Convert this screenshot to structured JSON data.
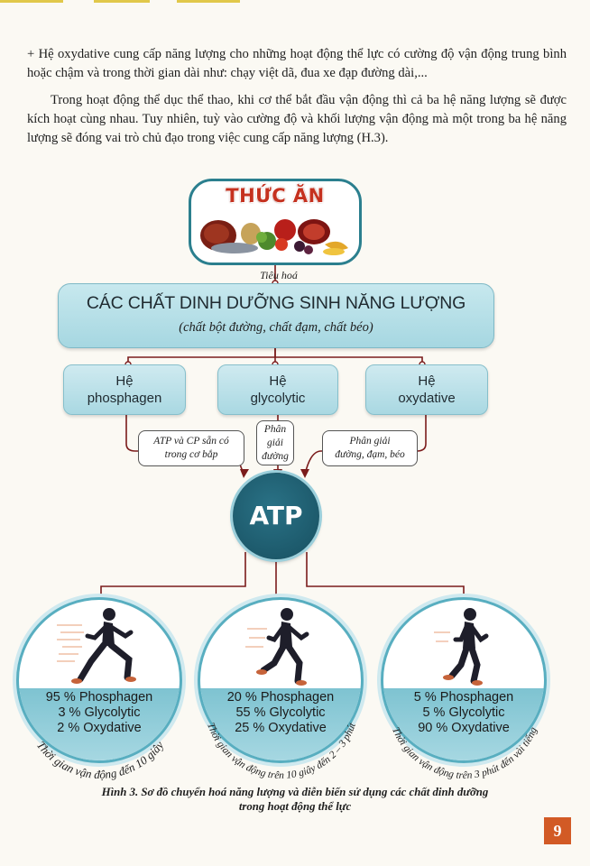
{
  "paragraphs": {
    "p1": "+ Hệ oxydative cung cấp năng lượng cho những hoạt động thể lực có cường độ vận động trung bình hoặc chậm và trong thời gian dài như: chạy việt dã, đua xe đạp đường dài,...",
    "p2": "Trong hoạt động thể dục thể thao, khi cơ thể bắt đầu vận động thì cả ba hệ năng lượng sẽ được kích hoạt cùng nhau. Tuy nhiên, tuỳ vào cường độ và khối lượng vận động mà một trong ba hệ năng lượng sẽ đóng vai trò chủ đạo trong việc cung cấp năng lượng (H.3)."
  },
  "diagram": {
    "food_title": "THỨC ĂN",
    "digestion_label": "Tiêu hoá",
    "nutrients_title": "CÁC CHẤT DINH DƯỠNG SINH NĂNG LƯỢNG",
    "nutrients_subtitle": "(chất bột đường, chất đạm, chất béo)",
    "systems": [
      {
        "line1": "Hệ",
        "line2": "phosphagen"
      },
      {
        "line1": "Hệ",
        "line2": "glycolytic"
      },
      {
        "line1": "Hệ",
        "line2": "oxydative"
      }
    ],
    "notes": [
      {
        "line1": "ATP và CP sẵn có",
        "line2": "trong cơ bắp"
      },
      {
        "line1": "Phân",
        "line2": "giải",
        "line3": "đường"
      },
      {
        "line1": "Phân giải",
        "line2": "đường, đạm, béo"
      }
    ],
    "atp_label": "ATP",
    "stages": [
      {
        "line1": "95 % Phosphagen",
        "line2": "3 % Glycolytic",
        "line3": "2 % Oxydative",
        "duration": "Thời gian vận động đến 10 giây"
      },
      {
        "line1": "20 % Phosphagen",
        "line2": "55 % Glycolytic",
        "line3": "25 % Oxydative",
        "duration": "Thời gian vận động trên 10 giây đến 2 – 3 phút"
      },
      {
        "line1": "5 % Phosphagen",
        "line2": "5 % Glycolytic",
        "line3": "90 % Oxydative",
        "duration": "Thời gian vận động trên 3 phút đến vài tiếng"
      }
    ]
  },
  "caption": {
    "line1": "Hình 3. Sơ đồ chuyển hoá năng lượng và diễn biến sử dụng các chất dinh dưỡng",
    "line2": "trong hoạt động thể lực"
  },
  "page_number": "9",
  "colors": {
    "teal": "#2b7f8e",
    "light_teal": "#a9d8e2",
    "maroon": "#7b1c1c",
    "page_badge": "#d25a25"
  }
}
